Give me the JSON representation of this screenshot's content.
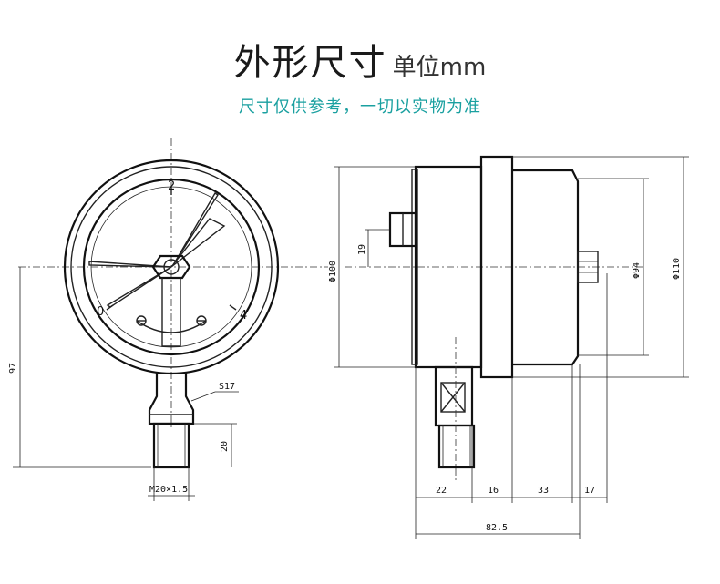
{
  "header": {
    "title": "外形尺寸",
    "unit": "单位mm",
    "subtitle": "尺寸仅供参考，一切以实物为准"
  },
  "front_view": {
    "scale_labels": [
      "0",
      "2",
      "4"
    ],
    "dimensions": {
      "height": "97",
      "thread_height": "20",
      "wrench": "S17",
      "thread": "M20×1.5"
    }
  },
  "side_view": {
    "dimensions": {
      "outer_dia": "Φ100",
      "inner_dia": "Φ94",
      "overall_dia": "Φ110",
      "offset": "19",
      "d22": "22",
      "d16": "16",
      "d33": "33",
      "d17": "17",
      "total": "82.5"
    }
  },
  "colors": {
    "title": "#1a1a1a",
    "subtitle": "#1aa0a0",
    "line": "#222222"
  }
}
